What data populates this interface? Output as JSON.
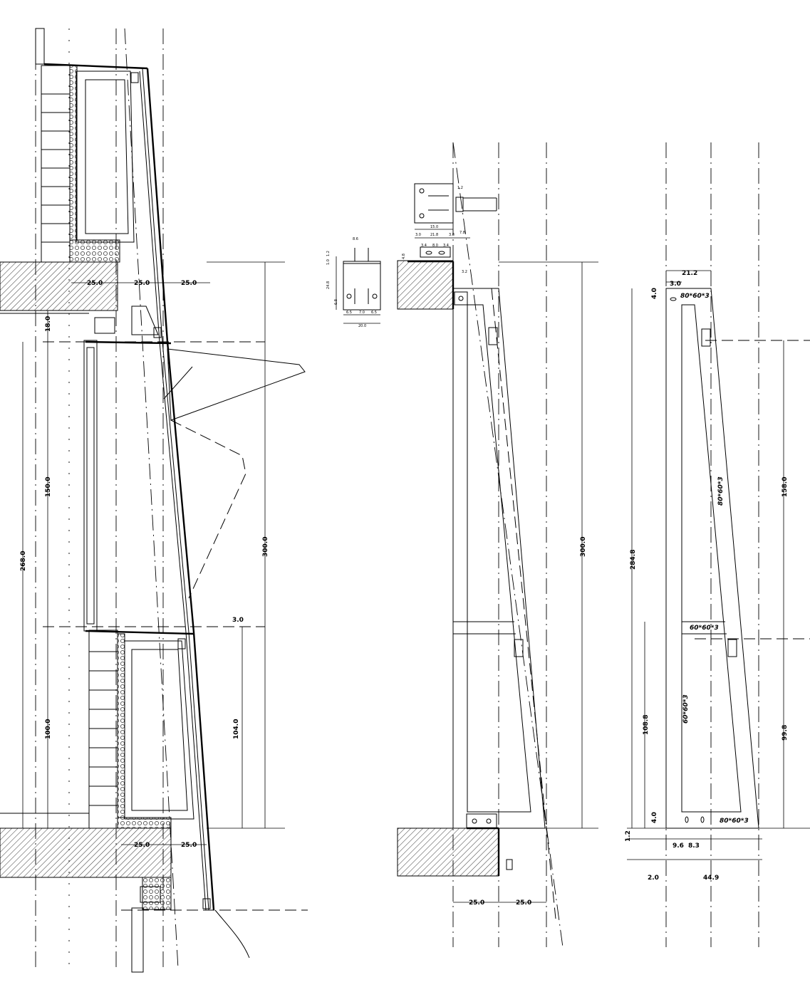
{
  "section_left": {
    "dims": {
      "h1": "25.0",
      "h2": "25.0",
      "h3": "25.0",
      "v_18": "18.0",
      "v_150": "150.0",
      "v_268": "268.0",
      "v_300": "300.0",
      "v_3": "3.0",
      "v_100": "100.0",
      "v_104": "104.0",
      "b1": "25.0",
      "b2": "25.0"
    }
  },
  "section_middle": {
    "dims": {
      "v_300": "300.0",
      "b1": "25.0",
      "b2": "25.0",
      "d_15": "15.0",
      "d_218": "21.8",
      "d_30": "3.0",
      "d_38": "3.8",
      "d_78": "7.8",
      "d_12": "1.2",
      "d_34a": "3.4",
      "d_80": "8.0",
      "d_34b": "3.4",
      "d_48": "4.8",
      "d_32": "3.2",
      "p_86": "8.6",
      "p_12": "1.2",
      "p_10": "1.0",
      "p_248": "24.8",
      "p_68": "6.8",
      "p_65a": "6.5",
      "p_70": "7.0",
      "p_65b": "6.5",
      "p_200": "20.0"
    }
  },
  "section_right": {
    "dims": {
      "w_212": "21.2",
      "w_30": "3.0",
      "v_40a": "4.0",
      "v_2848": "284.8",
      "v_158": "158.0",
      "v_1088": "108.8",
      "v_998": "99.8",
      "v_40b": "4.0",
      "v_12": "1.2",
      "w_96": "9.6",
      "w_83": "8.3",
      "w_20": "2.0",
      "w_449": "44.9"
    },
    "profiles": {
      "top": "80*60*3",
      "diag": "80*60*3",
      "mid": "60*60*3",
      "vert": "60*60*3",
      "bottom": "80*60*3"
    }
  }
}
